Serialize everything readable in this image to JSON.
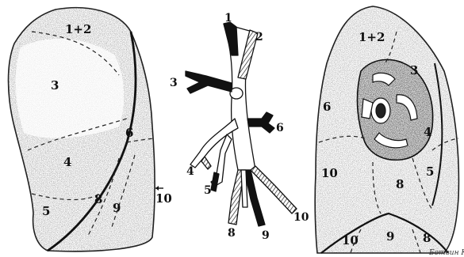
{
  "left_lung": {
    "segments": [
      {
        "id": "lp-seg-1-2",
        "label": "1+2"
      },
      {
        "id": "lp-seg-3",
        "label": "3"
      },
      {
        "id": "lp-seg-4",
        "label": "4"
      },
      {
        "id": "lp-seg-5",
        "label": "5"
      },
      {
        "id": "lp-seg-6",
        "label": "6"
      },
      {
        "id": "lp-seg-8",
        "label": "8"
      },
      {
        "id": "lp-seg-9",
        "label": "9"
      },
      {
        "id": "lp-seg-10",
        "label": "10"
      }
    ]
  },
  "bronchial_tree": {
    "labels": [
      {
        "id": "bt-1",
        "label": "1"
      },
      {
        "id": "bt-2",
        "label": "2"
      },
      {
        "id": "bt-3",
        "label": "3"
      },
      {
        "id": "bt-4",
        "label": "4"
      },
      {
        "id": "bt-5",
        "label": "5"
      },
      {
        "id": "bt-6",
        "label": "6"
      },
      {
        "id": "bt-8",
        "label": "8"
      },
      {
        "id": "bt-9",
        "label": "9"
      },
      {
        "id": "bt-10",
        "label": "10"
      }
    ]
  },
  "medial_lung": {
    "segments": [
      {
        "id": "rm-seg-1-2",
        "label": "1+2"
      },
      {
        "id": "rm-seg-3",
        "label": "3"
      },
      {
        "id": "rm-seg-4",
        "label": "4"
      },
      {
        "id": "rm-seg-5",
        "label": "5"
      },
      {
        "id": "rm-seg-6",
        "label": "6"
      },
      {
        "id": "rm-seg-8",
        "label": "8"
      },
      {
        "id": "rm-seg-9",
        "label": "9"
      },
      {
        "id": "rm-seg-10",
        "label": "10"
      },
      {
        "id": "rm-seg-10b",
        "label": "10"
      },
      {
        "id": "rm-seg-8b",
        "label": "8"
      }
    ]
  },
  "signature": "Ботвин К."
}
